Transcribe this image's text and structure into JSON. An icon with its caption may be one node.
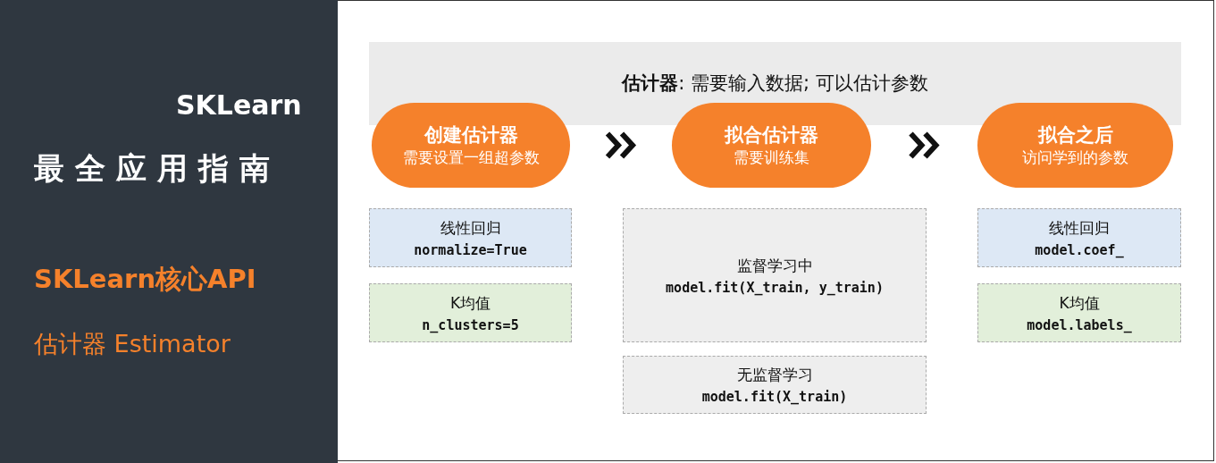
{
  "diagram": {
    "nodes": [
      {
        "text": [
          "**估计器**: 需要输入数据; 可以估计参数"
        ]
      },
      {
        "text": [
          "创建估计器",
          "需要设置一组超参数"
        ]
      },
      {
        "text": [
          "拟合估计器",
          "需要训练集"
        ]
      },
      {
        "text": [
          "拟合之后",
          "访问学到的参数"
        ]
      },
      {
        "text": [
          "线性回归",
          "normalize=True"
        ]
      },
      {
        "text": [
          "K均值",
          "n_clusters=5"
        ]
      },
      {
        "text": [
          "监督学习中",
          "model.fit(X_train, y_train)"
        ]
      },
      {
        "text": [
          "无监督学习",
          "model.fit(X_train)"
        ]
      },
      {
        "text": [
          "线性回归",
          "model.coef_"
        ]
      },
      {
        "text": [
          "K均值",
          "model.labels_"
        ]
      }
    ],
    "edges": [
      {
        "from": 1,
        "to": 2,
        "arrow": "to"
      },
      {
        "from": 2,
        "to": 3,
        "arrow": "to"
      }
    ],
    "labels": [
      "SKLearn",
      "最全应用指南",
      "SKLearn核心API",
      "估计器 Estimator"
    ]
  }
}
